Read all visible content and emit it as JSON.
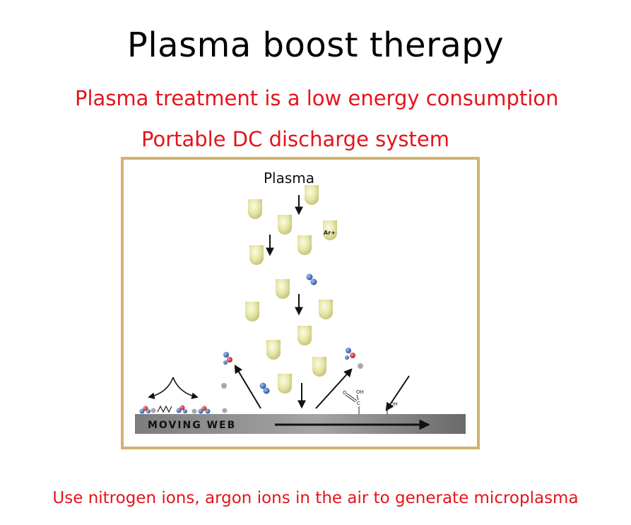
{
  "title": "Plasma boost therapy",
  "subtitle_line1": "Plasma treatment is a low energy consumption",
  "subtitle_line2": "Portable DC discharge system",
  "diagram": {
    "plasma_label": "Plasma",
    "ion_label": "Ar+",
    "web_label": "MOVING WEB",
    "o_label": "O",
    "oh_label": "OH",
    "c_label": "C"
  },
  "footer": "Use nitrogen ions, argon ions in the air to generate microplasma",
  "colors": {
    "accent_red": "#e4141b",
    "frame": "#d1b36f",
    "web_bar": "#8e8e8e"
  }
}
